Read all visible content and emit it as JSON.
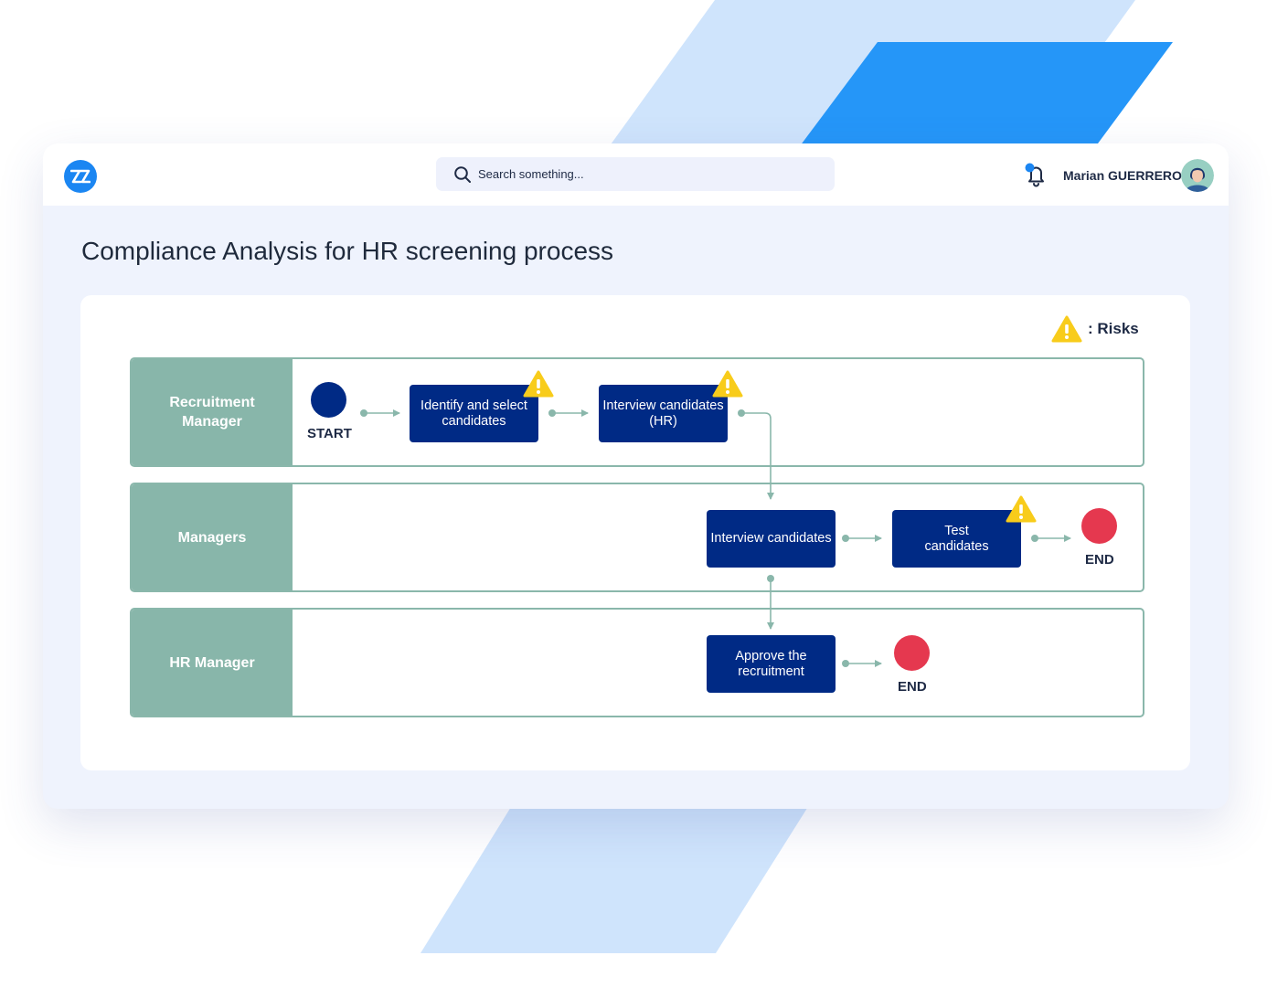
{
  "colors": {
    "primary": "#1b86f2",
    "task": "#002a85",
    "lane_label": "#88b6aa",
    "connector": "#8ab7ab",
    "end_event": "#e5384f",
    "risk": "#f8cc1b",
    "deco_light": "#cfe4fc",
    "deco_dark": "#2596f8"
  },
  "header": {
    "logo_icon": "zz-logo-icon",
    "search_placeholder": "Search something...",
    "user_name": "Marian GUERRERO"
  },
  "page": {
    "title": "Compliance Analysis for HR screening process"
  },
  "legend": {
    "icon": "warning-icon",
    "label": ": Risks"
  },
  "lanes": [
    {
      "label": "Recruitment Manager"
    },
    {
      "label": "Managers"
    },
    {
      "label": "HR Manager"
    }
  ],
  "events": {
    "start": "START",
    "end_managers": "END",
    "end_hr": "END"
  },
  "tasks": [
    {
      "label": "Identify and select candidates",
      "lane": "Recruitment Manager",
      "risk": true
    },
    {
      "label": "Interview candidates (HR)",
      "lane": "Recruitment Manager",
      "risk": true
    },
    {
      "label": "Interview candidates",
      "lane": "Managers",
      "risk": false
    },
    {
      "label": "Test candidates",
      "lane": "Managers",
      "risk": true
    },
    {
      "label": "Approve the recruitment",
      "lane": "HR Manager",
      "risk": false
    }
  ]
}
